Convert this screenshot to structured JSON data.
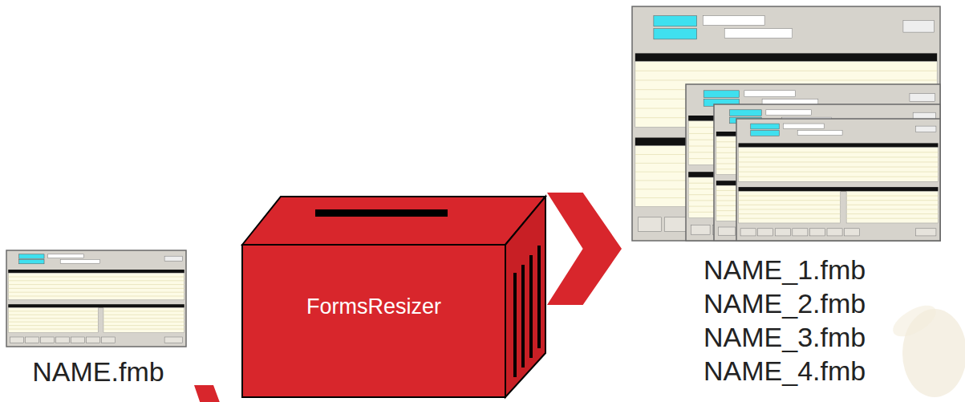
{
  "diagram": {
    "nodes": [
      {
        "text": [
          "NAME.fmb"
        ]
      },
      {
        "text": [
          "FormsResizer"
        ]
      },
      {
        "text": [
          "NAME_1.fmb",
          "NAME_2.fmb",
          "NAME_3.fmb",
          "NAME_4.fmb"
        ]
      }
    ],
    "edges": [
      {
        "from": 0,
        "to": 1,
        "arrow": "to"
      },
      {
        "from": 1,
        "to": 2,
        "arrow": "to"
      }
    ]
  }
}
